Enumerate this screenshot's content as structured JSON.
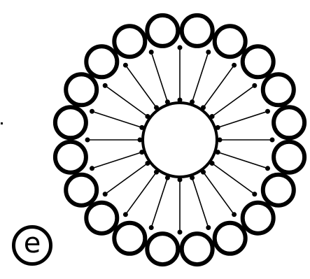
{
  "figure": {
    "panel_label": "e",
    "colors": {
      "ink": "#000000",
      "background": "#ffffff"
    },
    "structure": {
      "outer_lobes": 20,
      "spokes": 20
    }
  }
}
